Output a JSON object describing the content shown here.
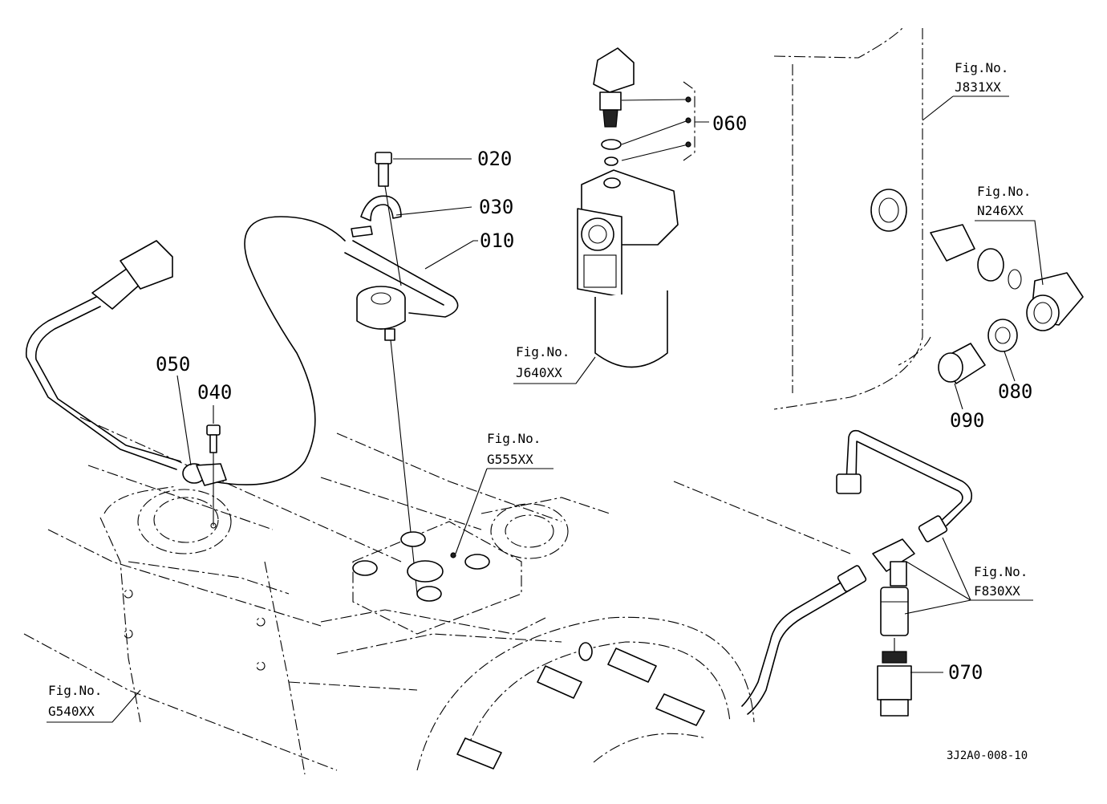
{
  "parts": {
    "p010": "010",
    "p020": "020",
    "p030": "030",
    "p040": "040",
    "p050": "050",
    "p060": "060",
    "p070": "070",
    "p080": "080",
    "p090": "090"
  },
  "refs": {
    "fig_label": "Fig.No.",
    "j831": "J831XX",
    "n246": "N246XX",
    "j640": "J640XX",
    "g555": "G555XX",
    "f830": "F830XX",
    "g540": "G540XX"
  },
  "drawing_code": "3J2A0-008-10"
}
